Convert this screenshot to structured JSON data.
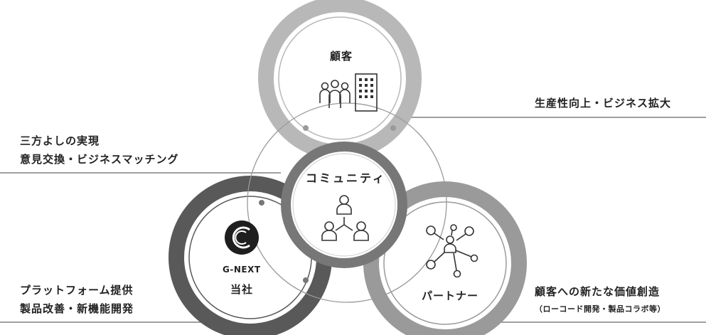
{
  "nodes": {
    "customer": {
      "label": "顧客"
    },
    "company": {
      "brand": "G-NEXT",
      "label": "当社"
    },
    "partner": {
      "label": "パートナー"
    }
  },
  "center": {
    "label": "コミュニティ"
  },
  "relations": {
    "top_right": {
      "line1": "生産性向上・ビジネス拡大"
    },
    "left": {
      "line1": "三方よしの実現",
      "line2": "意見交換・ビジネスマッチング"
    },
    "bottom_left": {
      "line1": "プラットフォーム提供",
      "line2": "製品改善・新機能開発"
    },
    "bottom_right": {
      "line1": "顧客への新たな価値創造",
      "line2": "（ローコード開発・製品コラボ等）"
    }
  },
  "colors": {
    "customer_ring": "#b8b8b8",
    "company_ring": "#595959",
    "partner_ring": "#9a9a9a",
    "center_ring": "#777777",
    "text": "#222222"
  }
}
